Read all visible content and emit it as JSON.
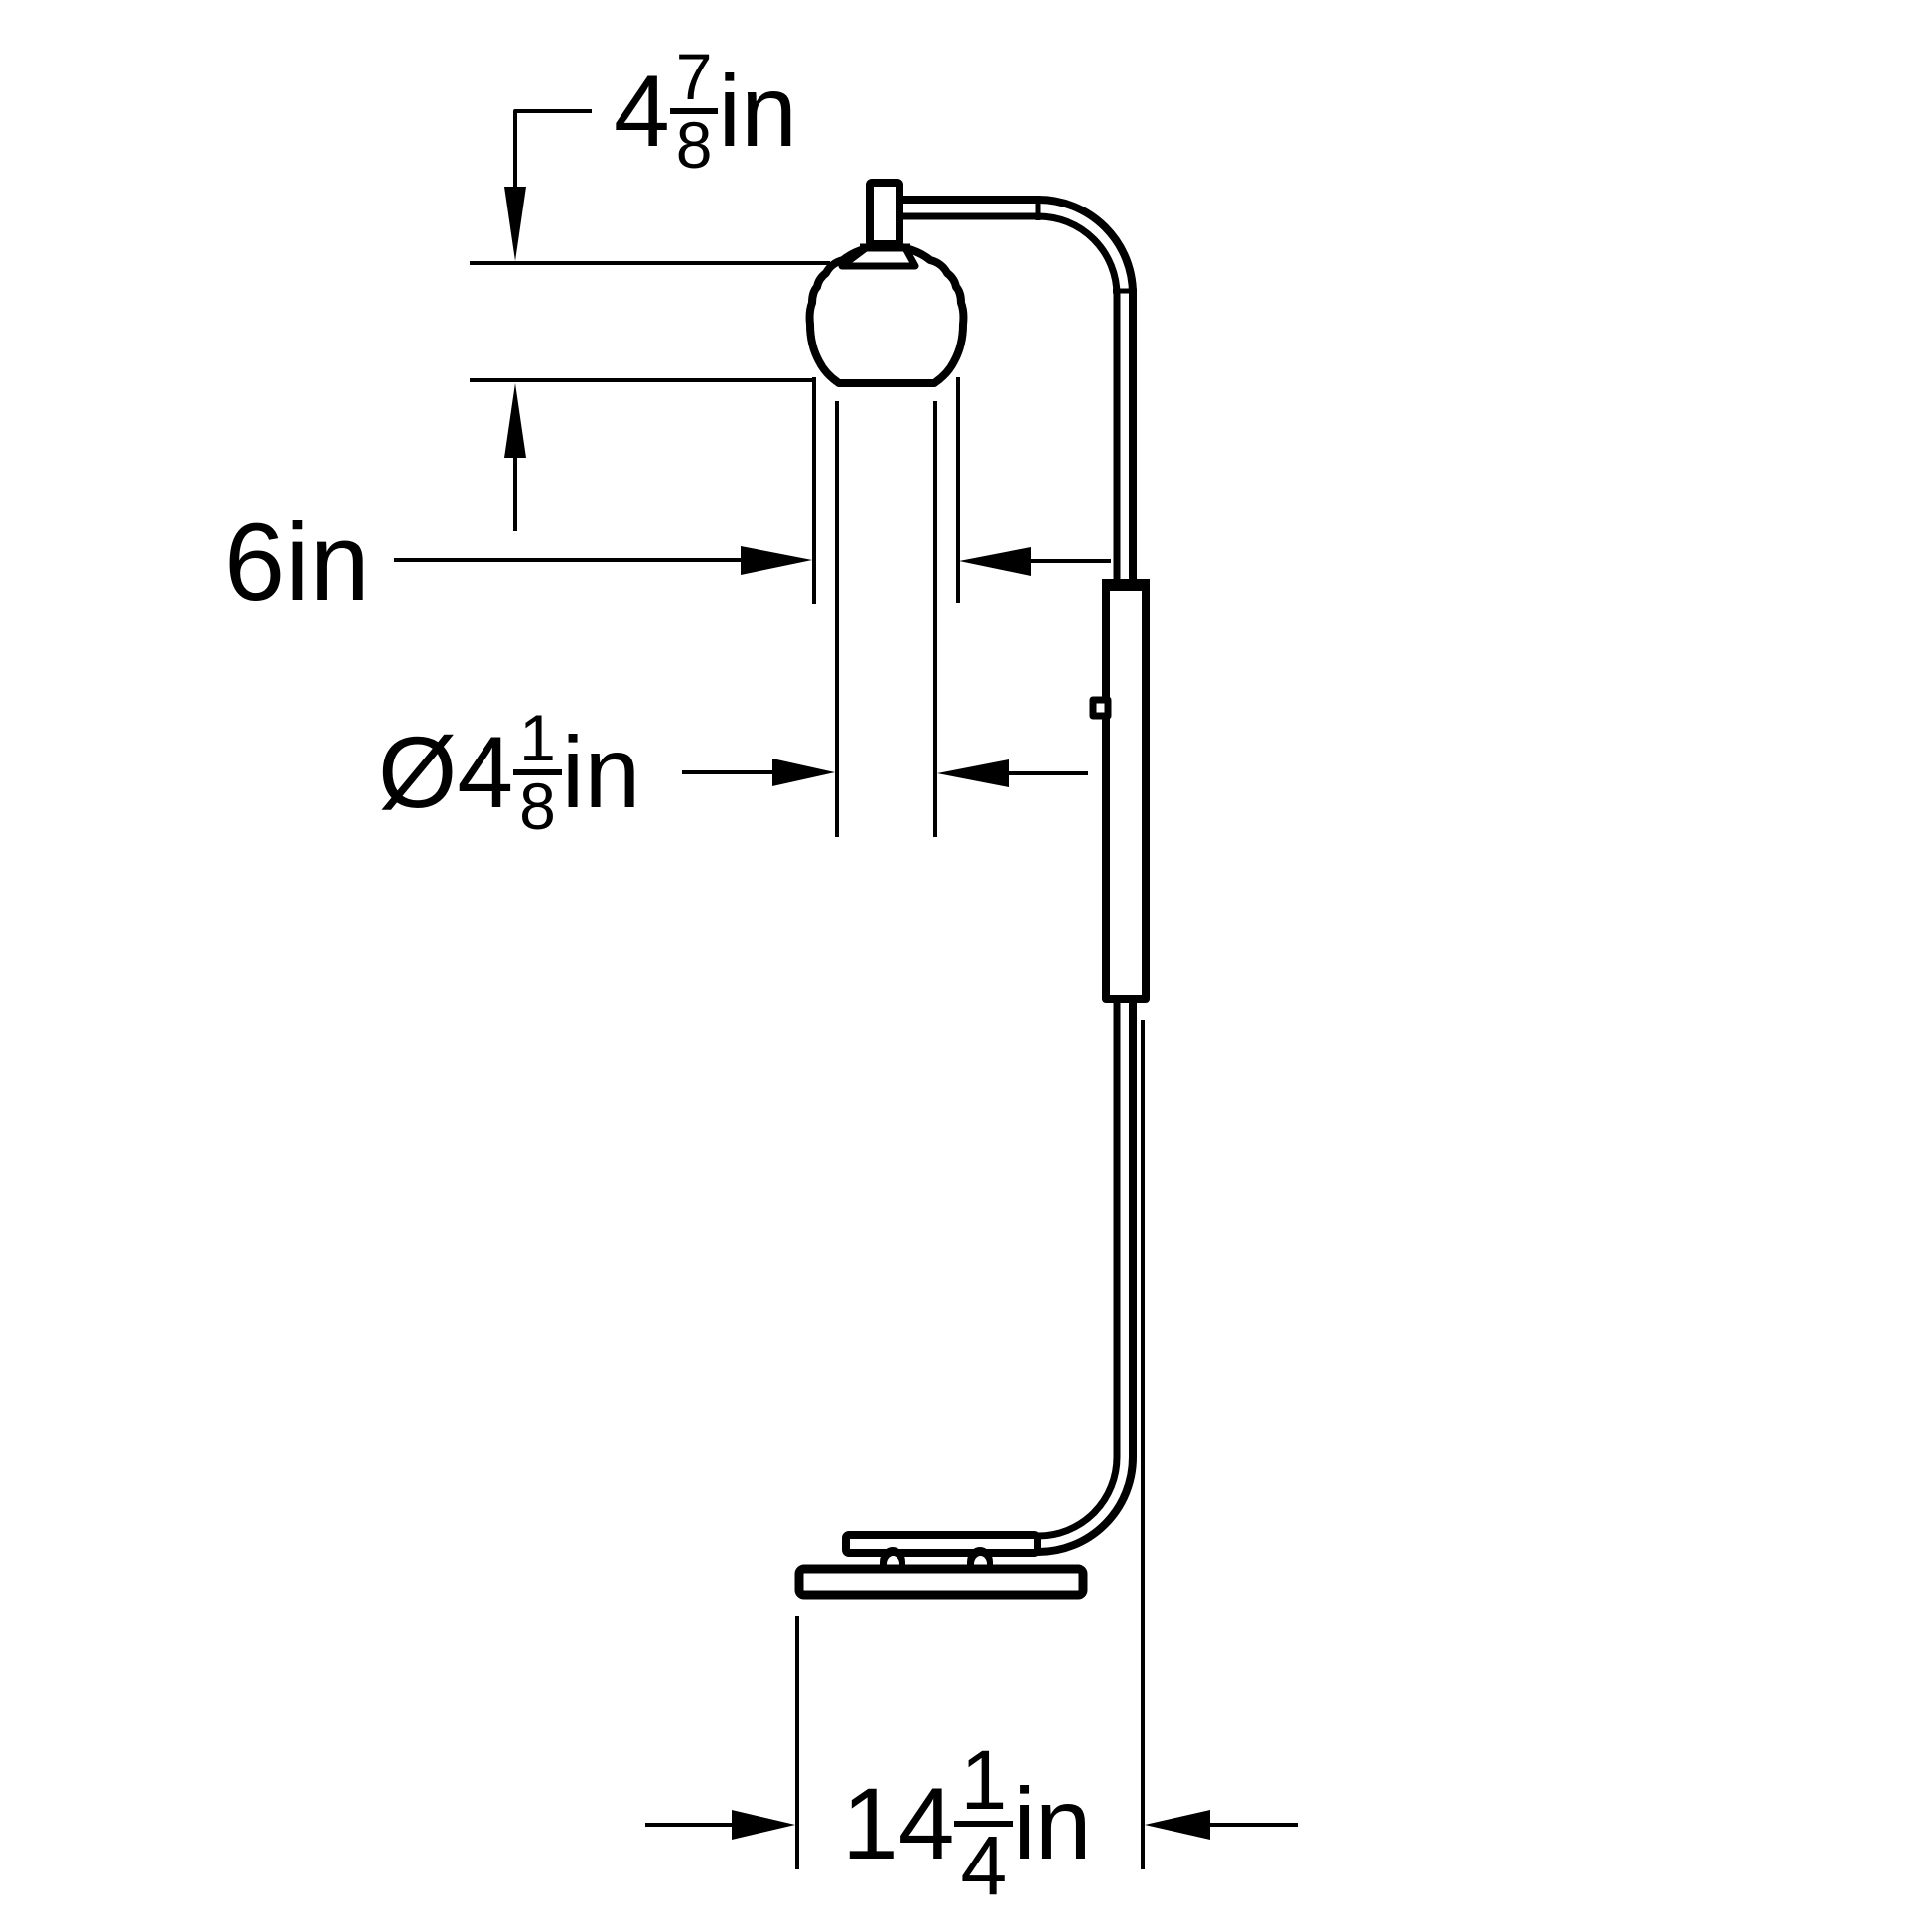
{
  "drawing": {
    "type": "product-dimension-diagram",
    "subject": "floor lamp side elevation line drawing",
    "background_color": "#ffffff",
    "line_color": "#000000",
    "unit": "in"
  },
  "labels": {
    "shade_height": {
      "whole": "4",
      "num": "7",
      "den": "8",
      "unit": "in"
    },
    "shade_diameter": {
      "whole": "6",
      "unit": "in"
    },
    "opening_diameter": {
      "prefix": "Ø4",
      "num": "1",
      "den": "8",
      "unit": "in"
    },
    "base_width": {
      "whole": "14",
      "num": "1",
      "den": "4",
      "unit": "in"
    }
  }
}
